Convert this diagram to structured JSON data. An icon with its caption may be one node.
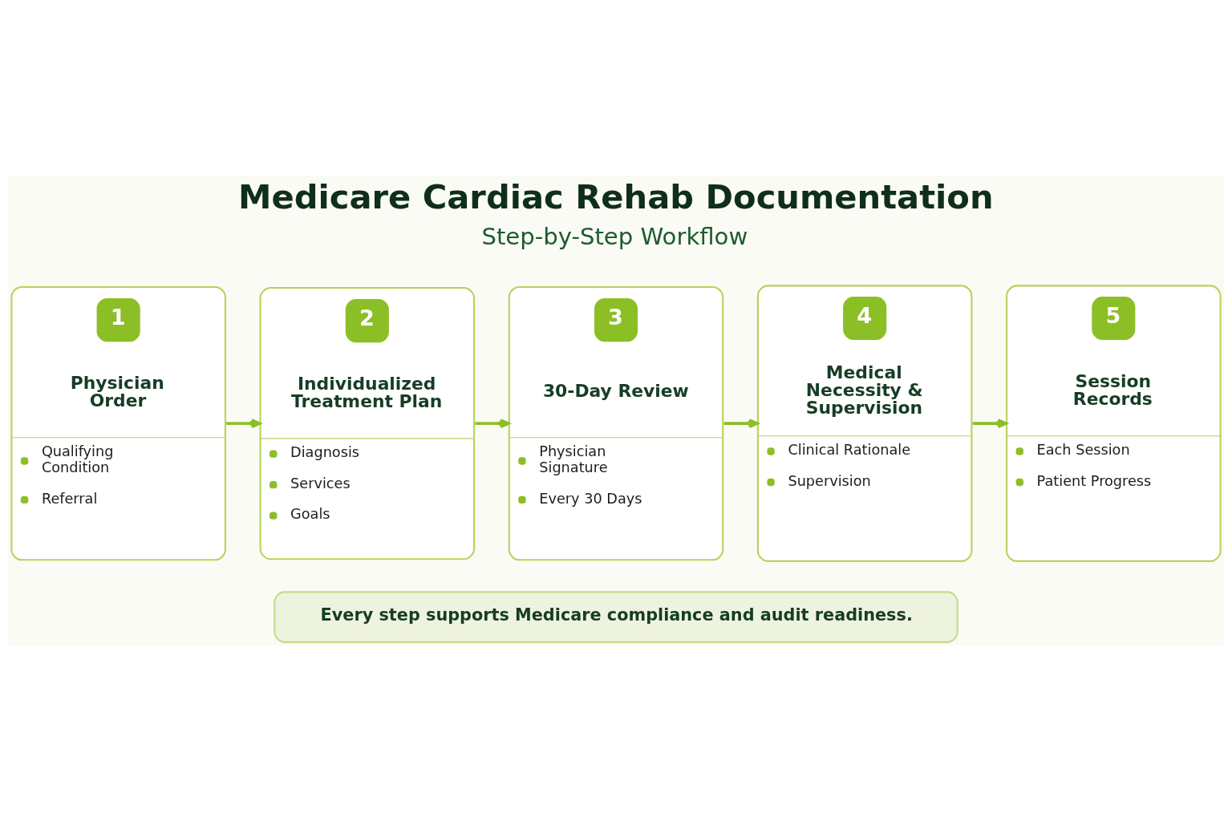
{
  "diagram": {
    "title": "Medicare Cardiac Rehab Documentation",
    "nodes": [
      {
        "text": [
          "1",
          "Physician Order",
          "Qualifying Condition",
          "Referral"
        ]
      },
      {
        "text": [
          "2",
          "Individualized Treatment Plan",
          "Diagnosis",
          "Services",
          "Goals"
        ]
      },
      {
        "text": [
          "3",
          "30-Day Review",
          "Physician Signature",
          "Every 30 Days"
        ]
      },
      {
        "text": [
          "4",
          "Medical Necessity & Supervision",
          "Clinical Rationale",
          "Supervision"
        ]
      },
      {
        "text": [
          "5",
          "Session Records",
          "Each Session",
          "Patient Progress"
        ]
      },
      {
        "text": [
          "Every step supports Medicare compliance and audit readiness."
        ]
      }
    ],
    "edges": [
      {
        "from": 0,
        "to": 1,
        "arrow": "to"
      },
      {
        "from": 1,
        "to": 2,
        "arrow": "to"
      },
      {
        "from": 2,
        "to": 3,
        "arrow": "to"
      },
      {
        "from": 3,
        "to": 4,
        "arrow": "to"
      }
    ],
    "labels": [
      "Step-by-Step Workflow"
    ]
  }
}
